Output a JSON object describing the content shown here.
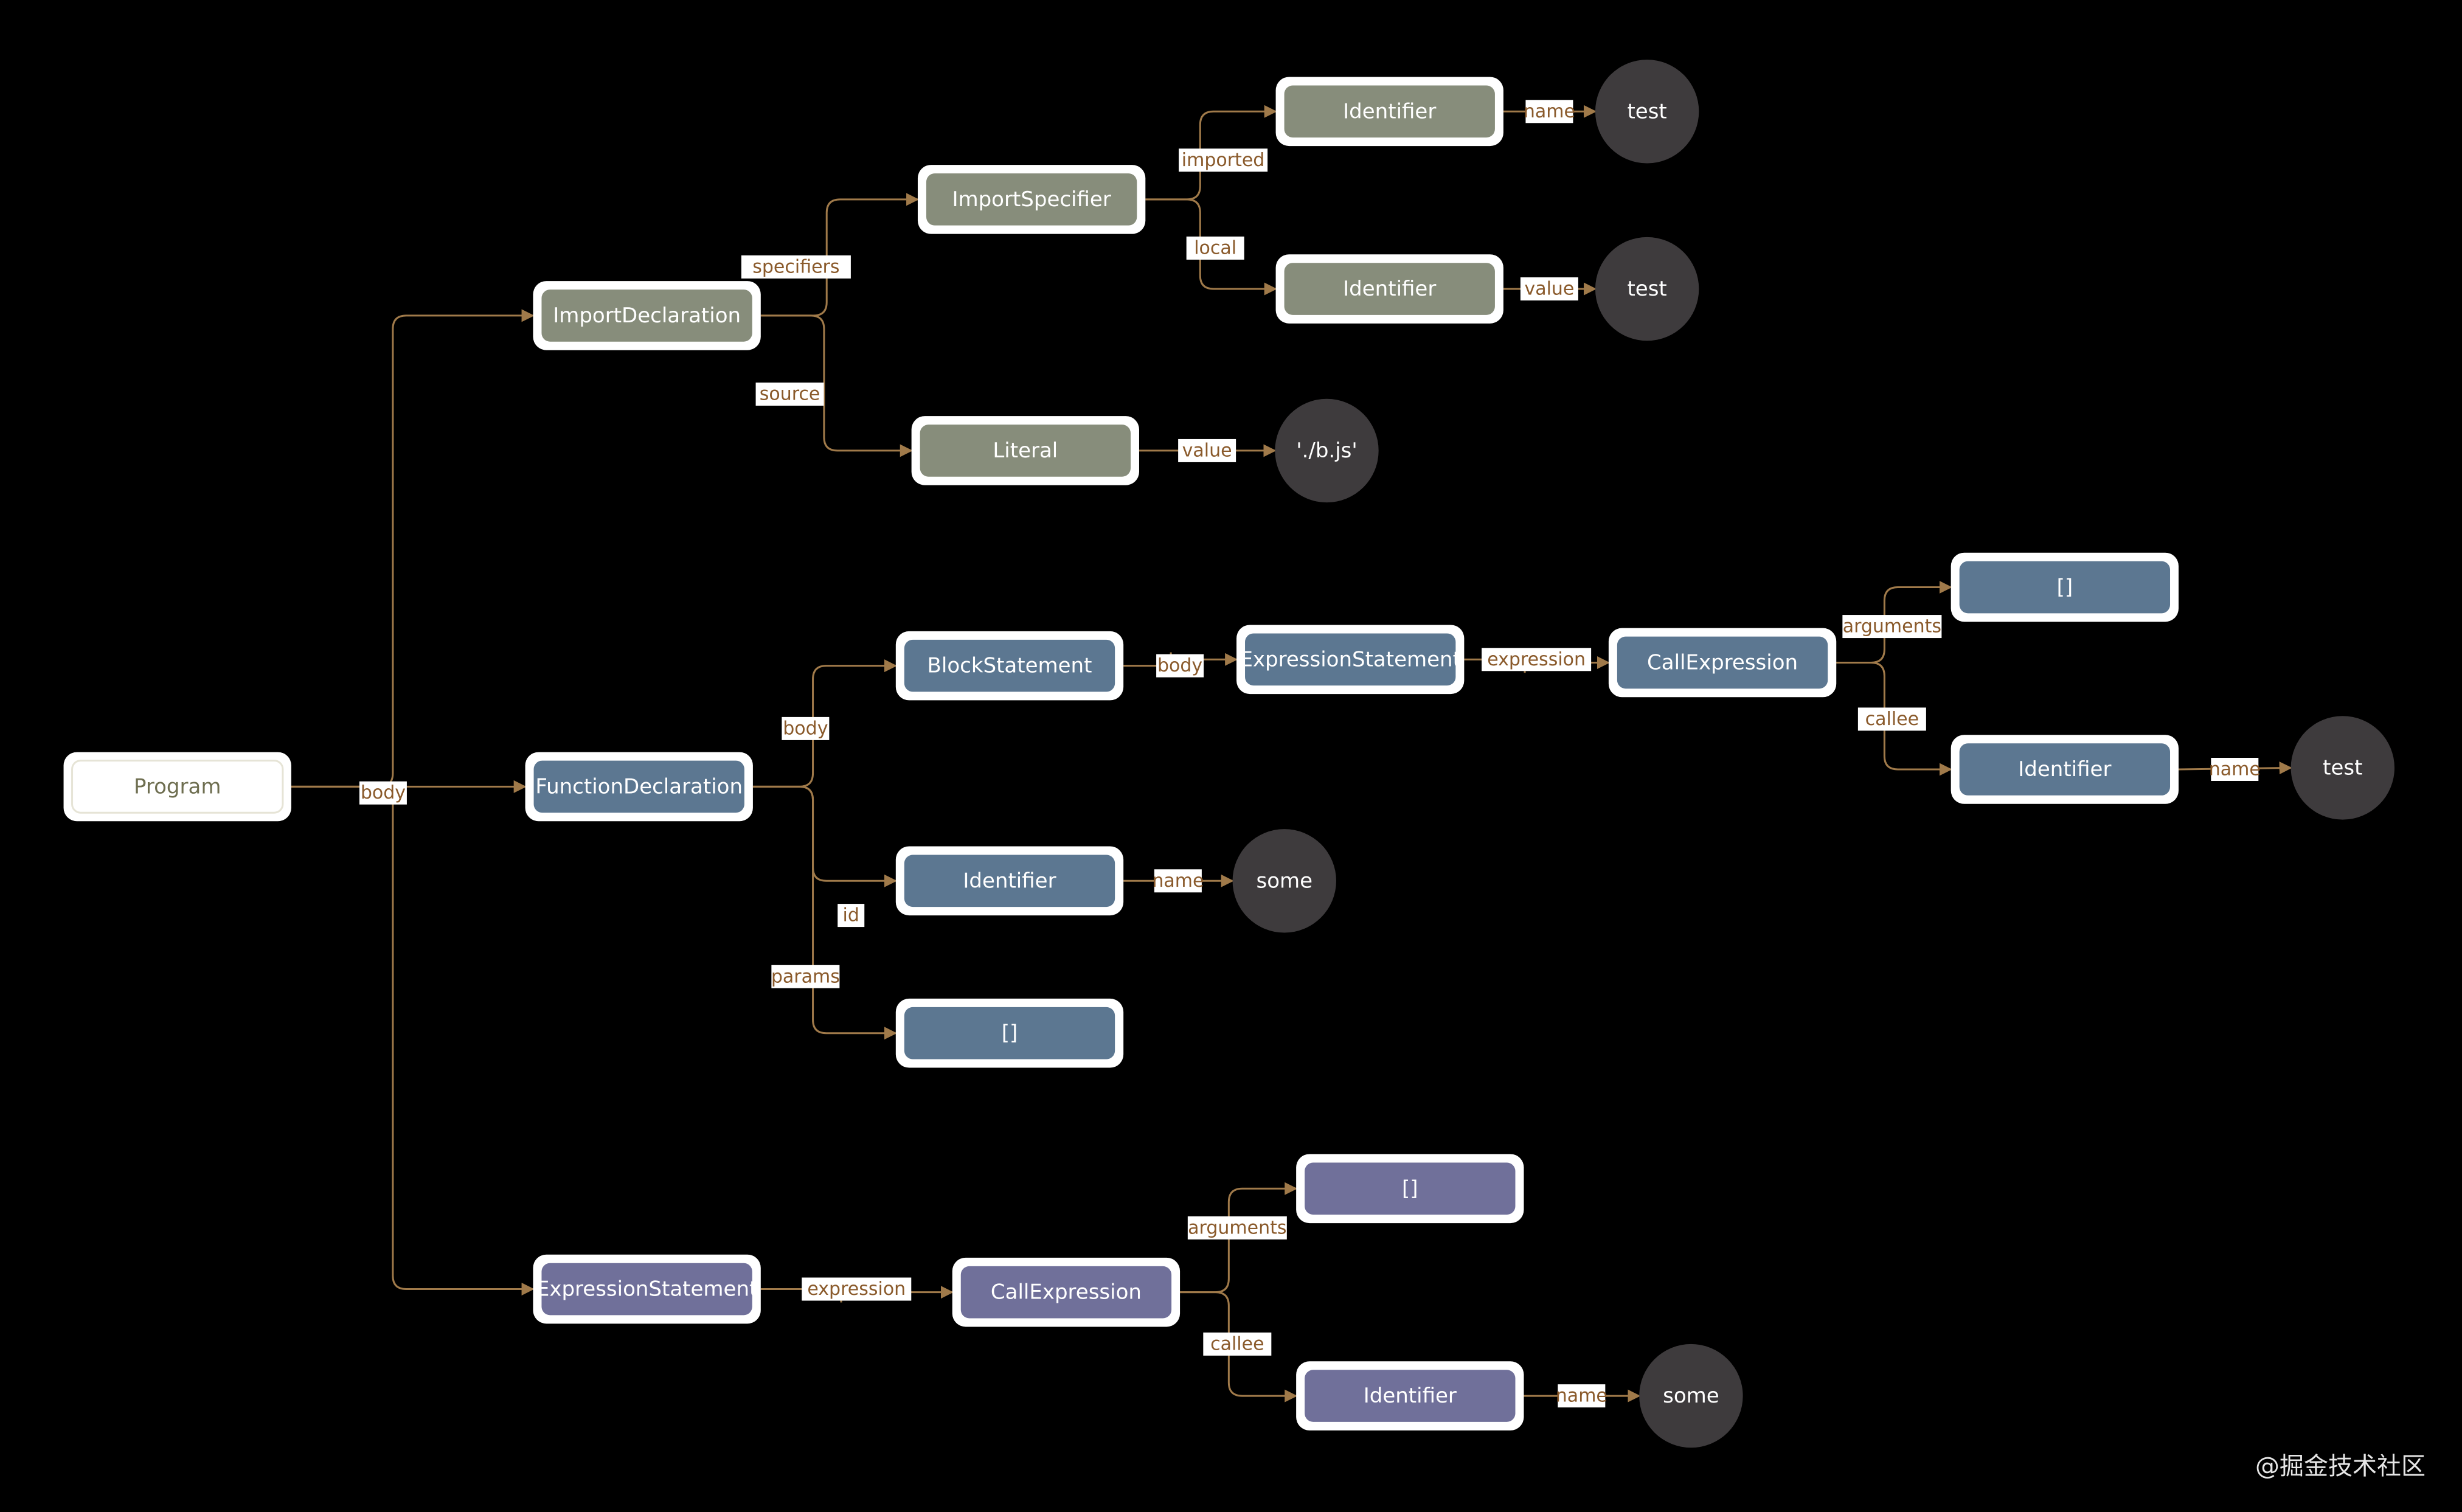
{
  "colors": {
    "background": "#000000",
    "edge": "#a07a4a",
    "group_import": "#878d7b",
    "group_function": "#5c7791",
    "group_expression": "#70709a",
    "root": "#ffffff",
    "value_circle": "#3e3b3d",
    "edge_label_text": "#8a5a2b"
  },
  "watermark": "@掘金技术社区",
  "nodes": [
    {
      "id": "program",
      "label": "Program",
      "kind": "root"
    },
    {
      "id": "import_decl",
      "label": "ImportDeclaration",
      "kind": "import"
    },
    {
      "id": "import_spec",
      "label": "ImportSpecifier",
      "kind": "import"
    },
    {
      "id": "id_imported",
      "label": "Identifier",
      "kind": "import"
    },
    {
      "id": "val_test1",
      "label": "test",
      "kind": "value"
    },
    {
      "id": "id_local",
      "label": "Identifier",
      "kind": "import"
    },
    {
      "id": "val_test2",
      "label": "test",
      "kind": "value"
    },
    {
      "id": "literal",
      "label": "Literal",
      "kind": "import"
    },
    {
      "id": "val_bjs",
      "label": "'./b.js'",
      "kind": "value"
    },
    {
      "id": "func_decl",
      "label": "FunctionDeclaration",
      "kind": "function"
    },
    {
      "id": "block_stmt",
      "label": "BlockStatement",
      "kind": "function"
    },
    {
      "id": "expr_stmt_inner",
      "label": "ExpressionStatement",
      "kind": "function"
    },
    {
      "id": "call_inner",
      "label": "CallExpression",
      "kind": "function"
    },
    {
      "id": "args_inner",
      "label": "[]",
      "kind": "function"
    },
    {
      "id": "id_callee_inner",
      "label": "Identifier",
      "kind": "function"
    },
    {
      "id": "val_test3",
      "label": "test",
      "kind": "value"
    },
    {
      "id": "id_func",
      "label": "Identifier",
      "kind": "function"
    },
    {
      "id": "val_some1",
      "label": "some",
      "kind": "value"
    },
    {
      "id": "params",
      "label": "[]",
      "kind": "function"
    },
    {
      "id": "expr_stmt",
      "label": "ExpressionStatement",
      "kind": "expression"
    },
    {
      "id": "call_outer",
      "label": "CallExpression",
      "kind": "expression"
    },
    {
      "id": "args_outer",
      "label": "[]",
      "kind": "expression"
    },
    {
      "id": "id_callee_outer",
      "label": "Identifier",
      "kind": "expression"
    },
    {
      "id": "val_some2",
      "label": "some",
      "kind": "value"
    }
  ],
  "edges": [
    {
      "from": "program",
      "to": "import_decl",
      "label": "body"
    },
    {
      "from": "program",
      "to": "func_decl",
      "label": ""
    },
    {
      "from": "program",
      "to": "expr_stmt",
      "label": ""
    },
    {
      "from": "import_decl",
      "to": "import_spec",
      "label": "specifiers"
    },
    {
      "from": "import_decl",
      "to": "literal",
      "label": "source"
    },
    {
      "from": "import_spec",
      "to": "id_imported",
      "label": "imported"
    },
    {
      "from": "import_spec",
      "to": "id_local",
      "label": "local"
    },
    {
      "from": "id_imported",
      "to": "val_test1",
      "label": "name"
    },
    {
      "from": "id_local",
      "to": "val_test2",
      "label": "value"
    },
    {
      "from": "literal",
      "to": "val_bjs",
      "label": "value"
    },
    {
      "from": "func_decl",
      "to": "block_stmt",
      "label": "body"
    },
    {
      "from": "func_decl",
      "to": "id_func",
      "label": "id"
    },
    {
      "from": "func_decl",
      "to": "params",
      "label": "params"
    },
    {
      "from": "block_stmt",
      "to": "expr_stmt_inner",
      "label": "body"
    },
    {
      "from": "expr_stmt_inner",
      "to": "call_inner",
      "label": "expression"
    },
    {
      "from": "call_inner",
      "to": "args_inner",
      "label": "arguments"
    },
    {
      "from": "call_inner",
      "to": "id_callee_inner",
      "label": "callee"
    },
    {
      "from": "id_callee_inner",
      "to": "val_test3",
      "label": "name"
    },
    {
      "from": "id_func",
      "to": "val_some1",
      "label": "name"
    },
    {
      "from": "expr_stmt",
      "to": "call_outer",
      "label": "expression"
    },
    {
      "from": "call_outer",
      "to": "args_outer",
      "label": "arguments"
    },
    {
      "from": "call_outer",
      "to": "id_callee_outer",
      "label": "callee"
    },
    {
      "from": "id_callee_outer",
      "to": "val_some2",
      "label": "name"
    }
  ]
}
